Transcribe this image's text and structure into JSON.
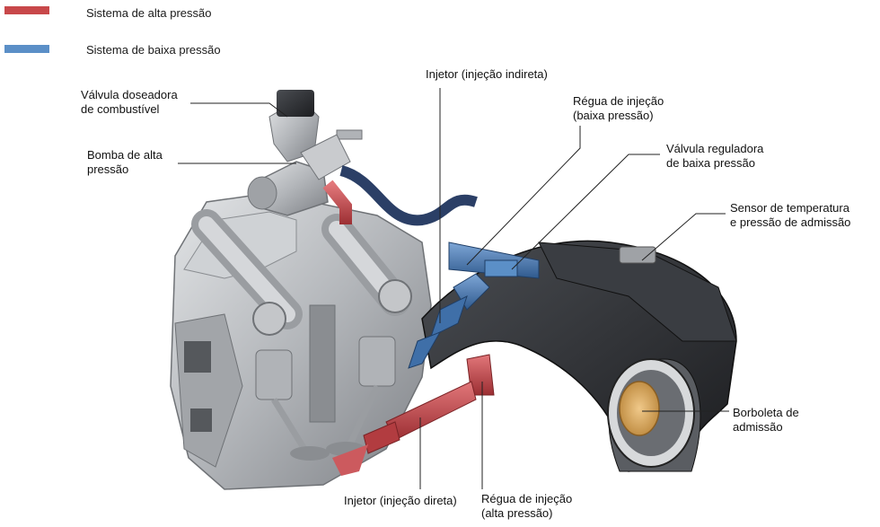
{
  "legend": [
    {
      "label": "Sistema de alta pressão",
      "color": "#c8484a"
    },
    {
      "label": "Sistema de baixa pressão",
      "color": "#5b8fc7"
    }
  ],
  "labels": {
    "valvula_doseadora": [
      "Válvula doseadora",
      "de combustível"
    ],
    "bomba_alta": [
      "Bomba de alta",
      "pressão"
    ],
    "injetor_indireta": [
      "Injetor (injeção indireta)"
    ],
    "regua_baixa": [
      "Régua de injeção",
      "(baixa pressão)"
    ],
    "valvula_reguladora": [
      "Válvula reguladora",
      "de baixa pressão"
    ],
    "sensor_temp": [
      "Sensor de temperatura",
      "e pressão de admissão"
    ],
    "borboleta": [
      "Borboleta de",
      "admissão"
    ],
    "injetor_direta": [
      "Injetor (injeção direta)"
    ],
    "regua_alta": [
      "Régua de injeção",
      "(alta pressão)"
    ]
  },
  "colors": {
    "high_pressure": "#c8484a",
    "low_pressure": "#3f6fa8",
    "metal": "#b9bcc0",
    "metal_dark": "#6f7276",
    "manifold": "#2b2d30",
    "throttle": "#d9a85a",
    "line": "#222222"
  }
}
